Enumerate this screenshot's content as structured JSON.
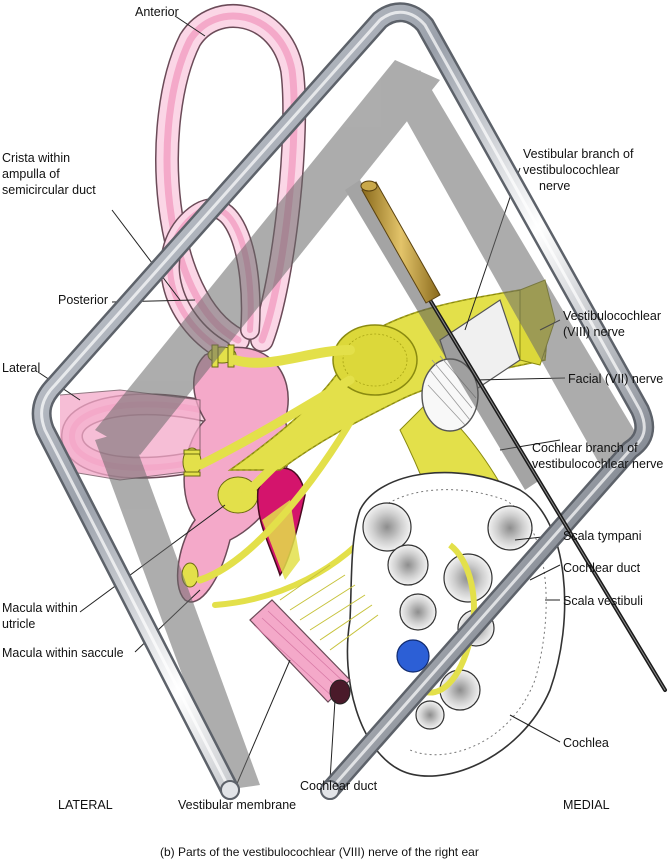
{
  "labels": {
    "anterior": "Anterior",
    "crista": [
      "Crista within",
      "ampulla of",
      "semicircular duct"
    ],
    "posterior": "Posterior",
    "lateral": "Lateral",
    "vestibular_branch": [
      "Vestibular branch of",
      "vestibulocochlear",
      "nerve"
    ],
    "vestibulocochlear": [
      "Vestibulocochlear",
      "(VIII) nerve"
    ],
    "facial": "Facial (VII) nerve",
    "cochlear_branch": [
      "Cochlear branch of",
      "vestibulocochlear nerve"
    ],
    "scala_tympani": "Scala tympani",
    "cochlear_duct_right": "Cochlear duct",
    "scala_vestibuli": "Scala vestibuli",
    "macula_utricle": [
      "Macula within",
      "utricle"
    ],
    "macula_saccule": "Macula within saccule",
    "cochlea": "Cochlea",
    "cochlear_duct_bottom": "Cochlear duct",
    "vestibular_membrane": "Vestibular membrane",
    "lateral_bottom": "LATERAL",
    "medial_bottom": "MEDIAL",
    "caption": "(b) Parts of the vestibulocochlear (VIII) nerve of the right ear"
  },
  "colors": {
    "labyrinth_pink": "#f4a9c9",
    "labyrinth_light": "#fbd6e6",
    "nerve_yellow": "#e3e04a",
    "nerve_dark": "#9a9a1a",
    "magenta": "#d4146c",
    "cochlea_gray": "#c9c9c9",
    "blue": "#2c5fd6",
    "metal": "#b8bcc4"
  }
}
